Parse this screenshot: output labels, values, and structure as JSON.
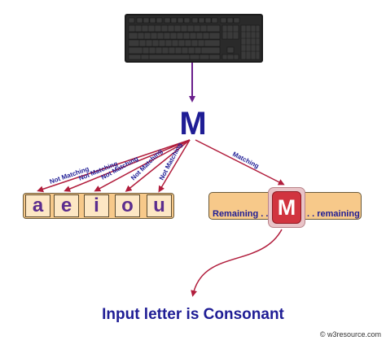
{
  "input_letter": "M",
  "arrow_labels": {
    "not_matching": [
      "Not Matching",
      "Not Matching",
      "Not Matching",
      "Not Matching",
      "Not Matching"
    ],
    "matching": "Matching"
  },
  "vowels": [
    "a",
    "e",
    "i",
    "o",
    "u"
  ],
  "remaining_left": "Remaining . .",
  "remaining_right": ". . remaining",
  "matched_letter": "M",
  "result_text": "Input letter is Consonant",
  "credit": "© w3resource.com",
  "colors": {
    "arrow_keyboard": "#6a1f8c",
    "arrow_red": "#b11d3c",
    "title_blue": "#1f1d95",
    "vowel_purple": "#5c2d8e",
    "strip_fill": "#f7c98a",
    "match_red": "#d1343f"
  },
  "icons": [
    "keyboard-icon"
  ]
}
